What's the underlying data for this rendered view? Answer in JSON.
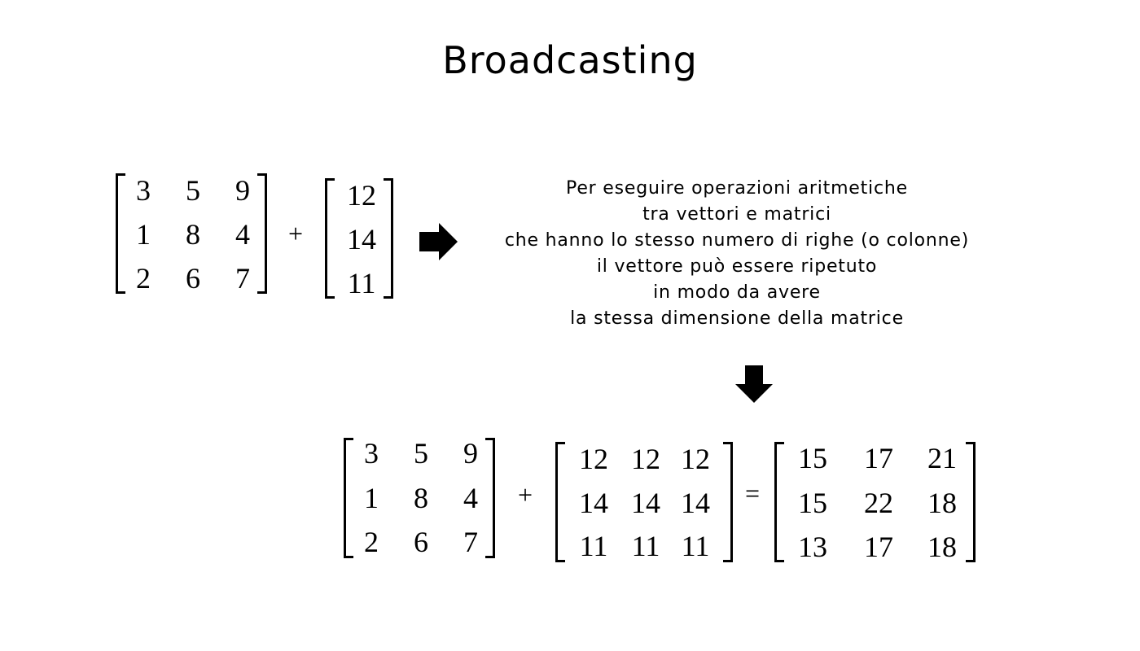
{
  "title": "Broadcasting",
  "top_equation": {
    "matrix": [
      [
        "3",
        "5",
        "9"
      ],
      [
        "1",
        "8",
        "4"
      ],
      [
        "2",
        "6",
        "7"
      ]
    ],
    "plus": "+",
    "vector": [
      "12",
      "14",
      "11"
    ]
  },
  "description_lines": [
    "Per eseguire operazioni aritmetiche",
    "tra vettori e matrici",
    "che hanno lo stesso numero di righe (o colonne)",
    "il vettore può essere ripetuto",
    "in modo da avere",
    "la stessa dimensione della matrice"
  ],
  "bottom_equation": {
    "matrix": [
      [
        "3",
        "5",
        "9"
      ],
      [
        "1",
        "8",
        "4"
      ],
      [
        "2",
        "6",
        "7"
      ]
    ],
    "plus": "+",
    "broadcast_matrix": [
      [
        "12",
        "12",
        "12"
      ],
      [
        "14",
        "14",
        "14"
      ],
      [
        "11",
        "11",
        "11"
      ]
    ],
    "equals": "=",
    "result_matrix": [
      [
        "15",
        "17",
        "21"
      ],
      [
        "15",
        "22",
        "18"
      ],
      [
        "13",
        "17",
        "18"
      ]
    ]
  },
  "icons": {
    "right_arrow": "right-arrow-icon",
    "down_arrow": "down-arrow-icon"
  }
}
